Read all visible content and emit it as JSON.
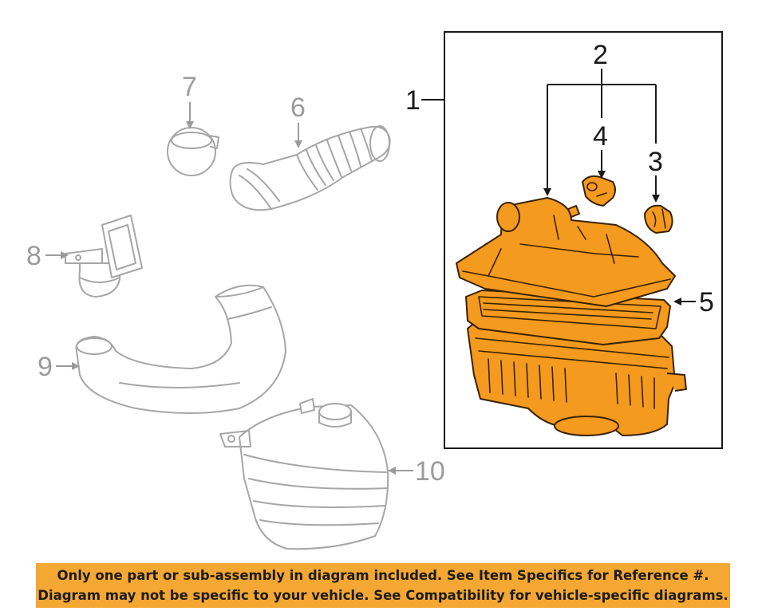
{
  "callouts": {
    "c1": "1",
    "c2": "2",
    "c3": "3",
    "c4": "4",
    "c5": "5",
    "c6": "6",
    "c7": "7",
    "c8": "8",
    "c9": "9",
    "c10": "10"
  },
  "colors": {
    "highlight": "#f39a1f",
    "ghost_outline": "#a6a6a6",
    "banner": "#f4a733"
  },
  "banner": {
    "line1": "Only one part or sub-assembly in diagram included. See Item Specifics for Reference #.",
    "line2": "Diagram may not be specific to your vehicle. See Compatibility for vehicle-specific diagrams."
  }
}
